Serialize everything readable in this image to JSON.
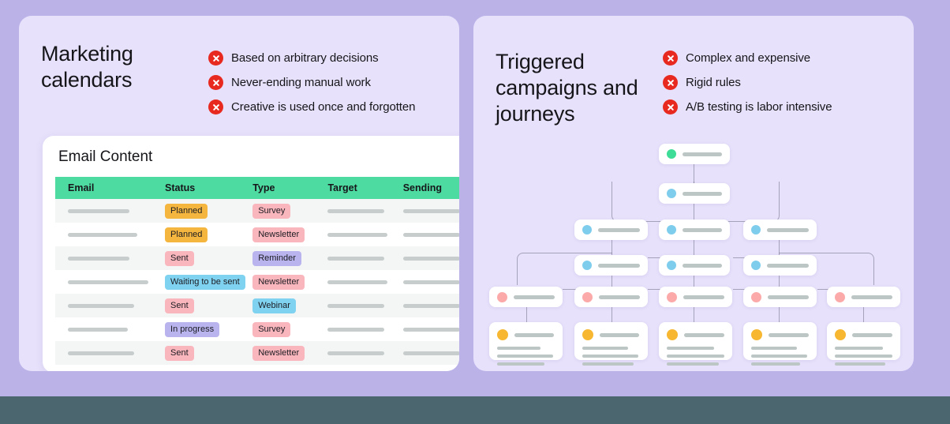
{
  "theme": {
    "page_bg": "#bbb2e8",
    "panel_bg": "#e7e1fb",
    "bottom_band": "#4c6670",
    "table_header_green": "#4edba2",
    "x_icon_red": "#e8291f",
    "badge_orange": "#f5b63f",
    "badge_pink": "#fab6bd",
    "badge_purple": "#b9b4ee",
    "badge_blue": "#7fd2f0",
    "node_green": "#3ddc97",
    "node_blue": "#7fcdec",
    "node_pink": "#fba9a9",
    "node_yellow": "#f7b731"
  },
  "left_panel": {
    "title": "Marketing calendars",
    "bullets": [
      {
        "icon": "x-circle-icon",
        "text": "Based on arbitrary decisions"
      },
      {
        "icon": "x-circle-icon",
        "text": "Never-ending manual work"
      },
      {
        "icon": "x-circle-icon",
        "text": "Creative is used once and forgotten"
      }
    ],
    "card": {
      "title": "Email Content",
      "columns": [
        "Email",
        "Status",
        "Type",
        "Target",
        "Sending"
      ],
      "rows": [
        {
          "email": "",
          "status": "Planned",
          "status_color": "orange",
          "type": "Survey",
          "type_color": "pink",
          "target": "",
          "sending": ""
        },
        {
          "email": "",
          "status": "Planned",
          "status_color": "orange",
          "type": "Newsletter",
          "type_color": "pink",
          "target": "",
          "sending": ""
        },
        {
          "email": "",
          "status": "Sent",
          "status_color": "pink",
          "type": "Reminder",
          "type_color": "purple",
          "target": "",
          "sending": ""
        },
        {
          "email": "",
          "status": "Waiting to be sent",
          "status_color": "blue",
          "type": "Newsletter",
          "type_color": "pink",
          "target": "",
          "sending": ""
        },
        {
          "email": "",
          "status": "Sent",
          "status_color": "pink",
          "type": "Webinar",
          "type_color": "blue",
          "target": "",
          "sending": ""
        },
        {
          "email": "",
          "status": "In progress",
          "status_color": "purple",
          "type": "Survey",
          "type_color": "pink",
          "target": "",
          "sending": ""
        },
        {
          "email": "",
          "status": "Sent",
          "status_color": "pink",
          "type": "Newsletter",
          "type_color": "pink",
          "target": "",
          "sending": ""
        }
      ]
    }
  },
  "right_panel": {
    "title": "Triggered campaigns and journeys",
    "bullets": [
      {
        "icon": "x-circle-icon",
        "text": "Complex and expensive"
      },
      {
        "icon": "x-circle-icon",
        "text": "Rigid rules"
      },
      {
        "icon": "x-circle-icon",
        "text": "A/B testing is labor intensive"
      }
    ],
    "diagram": {
      "type": "journey-tree",
      "levels": [
        {
          "name": "trigger",
          "dot_color": "green",
          "node_count": 1
        },
        {
          "name": "decision",
          "dot_color": "blue",
          "node_count": 1
        },
        {
          "name": "branch",
          "dot_color": "blue",
          "node_count": 3
        },
        {
          "name": "step",
          "dot_color": "blue",
          "node_count": 3
        },
        {
          "name": "action",
          "dot_color": "pink",
          "node_count": 5
        },
        {
          "name": "content",
          "dot_color": "yellow",
          "node_count": 5
        }
      ]
    }
  }
}
